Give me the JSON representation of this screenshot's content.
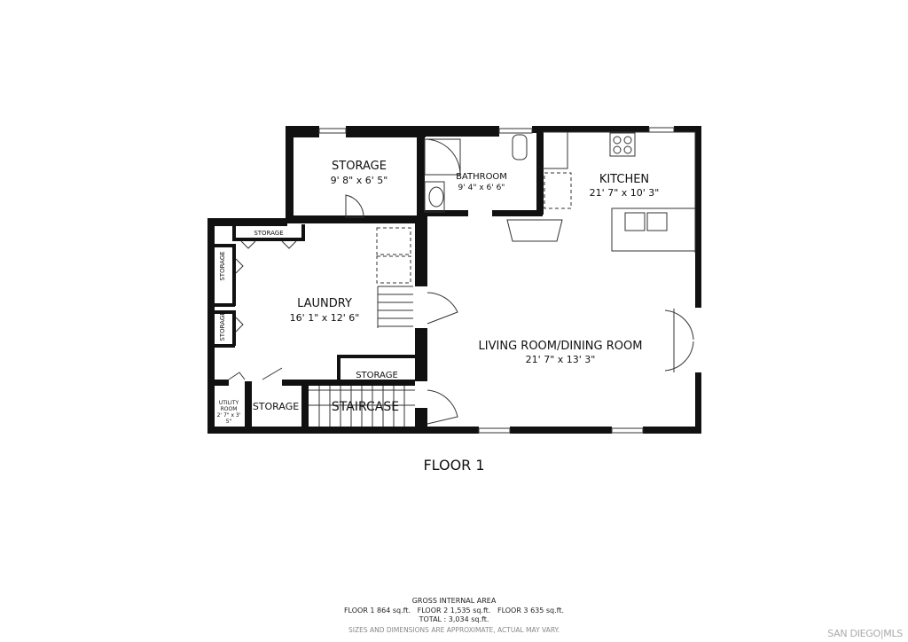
{
  "rooms": {
    "storage_top": {
      "name": "STORAGE",
      "dims": "9' 8\" x 6' 5\""
    },
    "bathroom": {
      "name": "BATHROOM",
      "dims": "9' 4\" x 6' 6\""
    },
    "kitchen": {
      "name": "KITCHEN",
      "dims": "21' 7\" x 10' 3\""
    },
    "laundry": {
      "name": "LAUNDRY",
      "dims": "16' 1\" x 12' 6\""
    },
    "living": {
      "name": "LIVING ROOM/DINING ROOM",
      "dims": "21' 7\" x 13' 3\""
    },
    "storage_small_top": "STORAGE",
    "storage_left_1": "STORAGE",
    "storage_left_2": "STORAGE",
    "storage_mid": "STORAGE",
    "storage_bottom": "STORAGE",
    "staircase": "STAIRCASE",
    "utility": {
      "name_1": "UTILITY",
      "name_2": "ROOM",
      "dims_1": "2' 7\" x 3'",
      "dims_2": "5\""
    }
  },
  "floor_title": "FLOOR 1",
  "footer": {
    "heading": "GROSS INTERNAL AREA",
    "floors": "FLOOR 1 864 sq.ft.   FLOOR 2 1,535 sq.ft.   FLOOR 3 635 sq.ft.",
    "total": "TOTAL :  3,034 sq.ft.",
    "disclaimer": "SIZES AND DIMENSIONS ARE APPROXIMATE, ACTUAL MAY VARY."
  },
  "logo": "SAN DIEGO|MLS",
  "colors": {
    "wall": "#111111",
    "fixture": "#555555"
  }
}
